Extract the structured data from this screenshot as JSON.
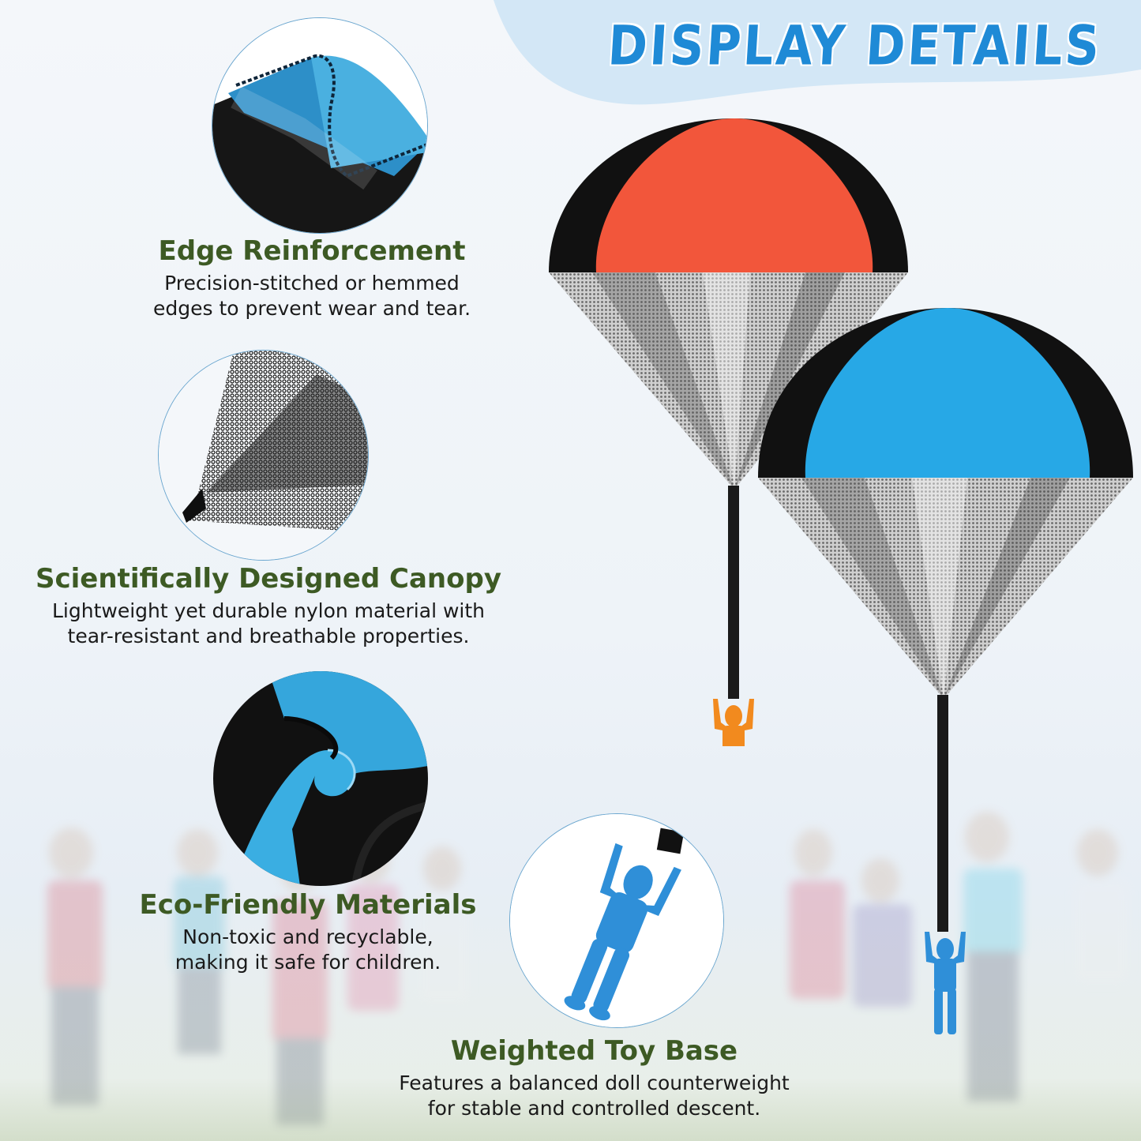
{
  "header": {
    "title": "DISPLAY DETAILS",
    "title_color": "#1f8ad6",
    "wave_color": "#d3e7f6"
  },
  "features": [
    {
      "title": "Edge Reinforcement",
      "desc_line1": "Precision-stitched or hemmed",
      "desc_line2": "edges to prevent wear and tear.",
      "image": "stitched-fabric-edge"
    },
    {
      "title": "Scientifically Designed Canopy",
      "desc_line1": "Lightweight yet durable nylon material with",
      "desc_line2": "tear-resistant and breathable properties.",
      "image": "mesh-net-fabric"
    },
    {
      "title": "Eco-Friendly Materials",
      "desc_line1": "Non-toxic and recyclable,",
      "desc_line2": "making it safe for children.",
      "image": "swirled-satin-fabric"
    },
    {
      "title": "Weighted Toy Base",
      "desc_line1": "Features a balanced doll counterweight",
      "desc_line2": "for stable and controlled descent.",
      "image": "blue-toy-soldier"
    }
  ],
  "colors": {
    "feature_title": "#3d5a24",
    "feature_desc": "#1a1a1a",
    "circle_border": "#6aa6cf",
    "canopy_red": "#f2563b",
    "canopy_blue": "#27a8e6",
    "canopy_black": "#111111",
    "soldier_orange": "#f28a1e",
    "soldier_blue": "#2f8fd8"
  },
  "products": [
    {
      "name": "red-parachute",
      "canopy_color": "#f2563b",
      "figure_color": "#f28a1e"
    },
    {
      "name": "blue-parachute",
      "canopy_color": "#27a8e6",
      "figure_color": "#2f8fd8"
    }
  ]
}
